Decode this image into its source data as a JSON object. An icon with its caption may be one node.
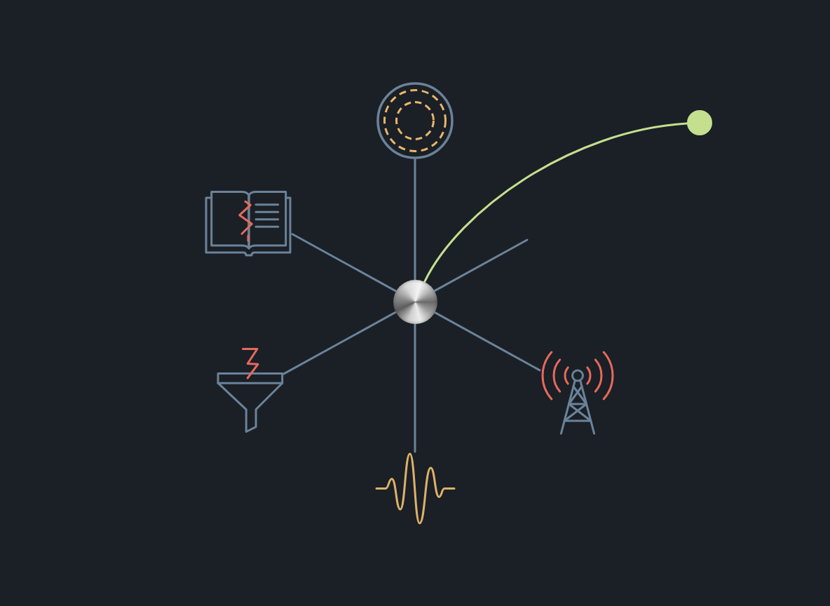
{
  "diagram": {
    "nodes": [
      {
        "text": [],
        "shape": "circle"
      },
      {
        "text": [],
        "shape": "circle"
      },
      {
        "text": [],
        "shape": "picture"
      },
      {
        "text": [],
        "shape": "circle"
      },
      {
        "text": [],
        "shape": "picture"
      },
      {
        "text": [],
        "shape": "picture"
      },
      {
        "text": [],
        "shape": "picture"
      }
    ],
    "edges": [
      {
        "from": 3,
        "to": 0,
        "arrow": "none"
      },
      {
        "from": 3,
        "to": 2,
        "arrow": "none"
      },
      {
        "from": 3,
        "to": null,
        "arrow": "none"
      },
      {
        "from": 3,
        "to": 4,
        "arrow": "none"
      },
      {
        "from": 3,
        "to": 5,
        "arrow": "none"
      },
      {
        "from": 3,
        "to": 6,
        "arrow": "none"
      },
      {
        "from": 3,
        "to": 1,
        "arrow": "none",
        "color": "#c4df8e"
      }
    ]
  }
}
